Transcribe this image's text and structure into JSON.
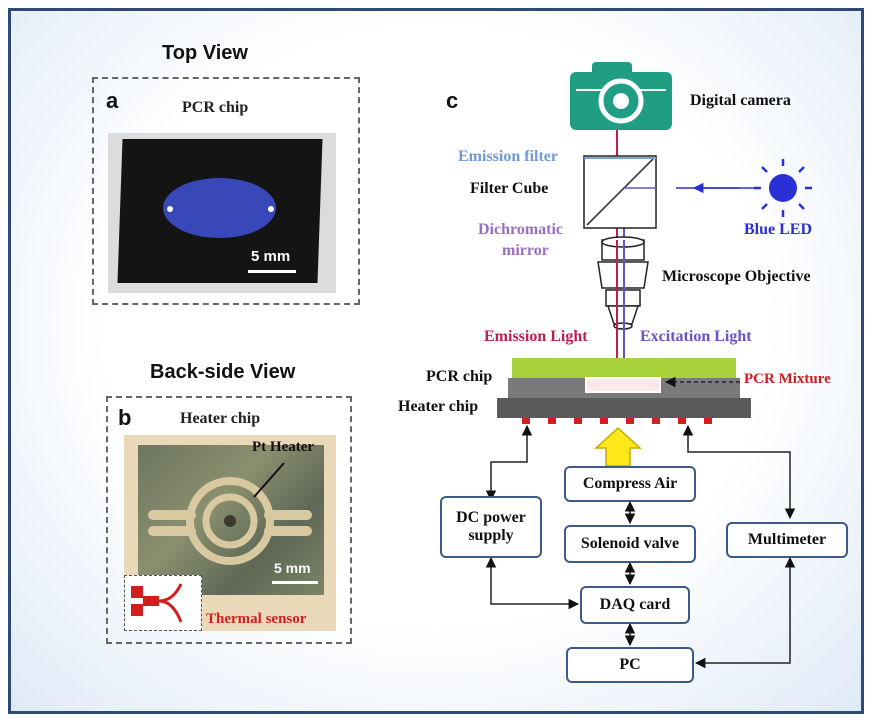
{
  "panel_a": {
    "heading": "Top View",
    "letter": "a",
    "title": "PCR chip",
    "scale": "5 mm"
  },
  "panel_b": {
    "heading": "Back-side View",
    "letter": "b",
    "title": "Heater chip",
    "heater_label": "Pt Heater",
    "scale": "5 mm",
    "sensor_label": "Thermal sensor"
  },
  "panel_c": {
    "letter": "c",
    "camera": "Digital camera",
    "emission_filter": "Emission filter",
    "filter_cube": "Filter Cube",
    "dichromatic_1": "Dichromatic",
    "dichromatic_2": "mirror",
    "blue_led": "Blue LED",
    "objective": "Microscope Objective",
    "emission_light": "Emission Light",
    "excitation_light": "Excitation Light",
    "pcr_chip": "PCR chip",
    "pcr_mixture": "PCR Mixture",
    "heater_chip": "Heater chip",
    "compress_air": "Compress Air",
    "solenoid": "Solenoid valve",
    "dc_power_1": "DC power",
    "dc_power_2": "supply",
    "multimeter": "Multimeter",
    "daq": "DAQ card",
    "pc": "PC"
  },
  "colors": {
    "camera": "#1f9e83",
    "led": "#2a2fd6",
    "emission": "#c01c52",
    "excitation": "#6a52c8",
    "mixture": "#cc1f1f",
    "pcr_layer": "#a8d23c",
    "heater_layer": "#7a7a7a"
  }
}
